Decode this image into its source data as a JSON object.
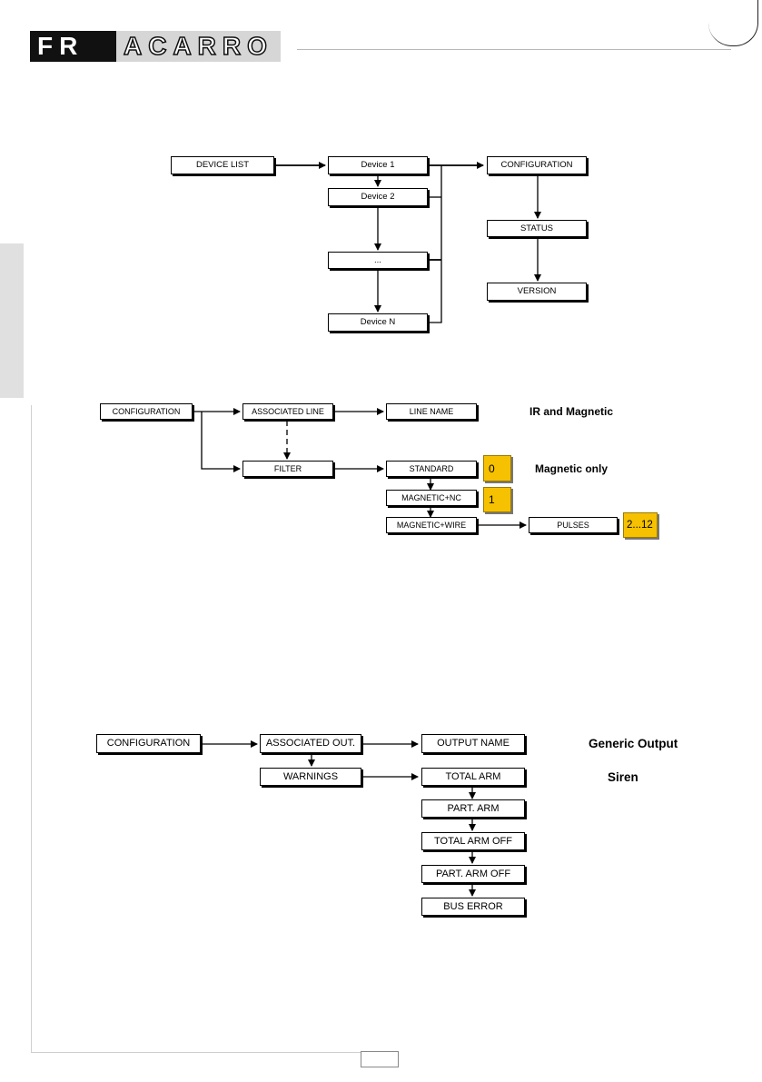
{
  "header": {
    "logo_part1": "FR",
    "logo_part2": "ACARRO"
  },
  "diagram1": {
    "device_list": "DEVICE LIST",
    "device_1": "Device 1",
    "device_2": "Device 2",
    "ellipsis": "...",
    "device_n": "Device N",
    "configuration": "CONFIGURATION",
    "status": "STATUS",
    "version": "VERSION"
  },
  "diagram2": {
    "configuration": "CONFIGURATION",
    "associated_line": "ASSOCIATED LINE",
    "line_name": "LINE NAME",
    "filter": "FILTER",
    "standard": "STANDARD",
    "magnetic_nc": "MAGNETIC+NC",
    "magnetic_wire": "MAGNETIC+WIRE",
    "pulses": "PULSES",
    "value_standard": "0",
    "value_magnetic_nc": "1",
    "value_pulses": "2...12",
    "label_ir_magnetic": "IR and Magnetic",
    "label_magnetic_only": "Magnetic only"
  },
  "diagram3": {
    "configuration": "CONFIGURATION",
    "associated_out": "ASSOCIATED OUT.",
    "output_name": "OUTPUT NAME",
    "warnings": "WARNINGS",
    "total_arm": "TOTAL ARM",
    "part_arm": "PART. ARM",
    "total_arm_off": "TOTAL ARM OFF",
    "part_arm_off": "PART. ARM OFF",
    "bus_error": "BUS ERROR",
    "label_generic_output": "Generic Output",
    "label_siren": "Siren"
  },
  "colors": {
    "value_box": "#f6c100",
    "side_tab": "#e0e0e0"
  }
}
